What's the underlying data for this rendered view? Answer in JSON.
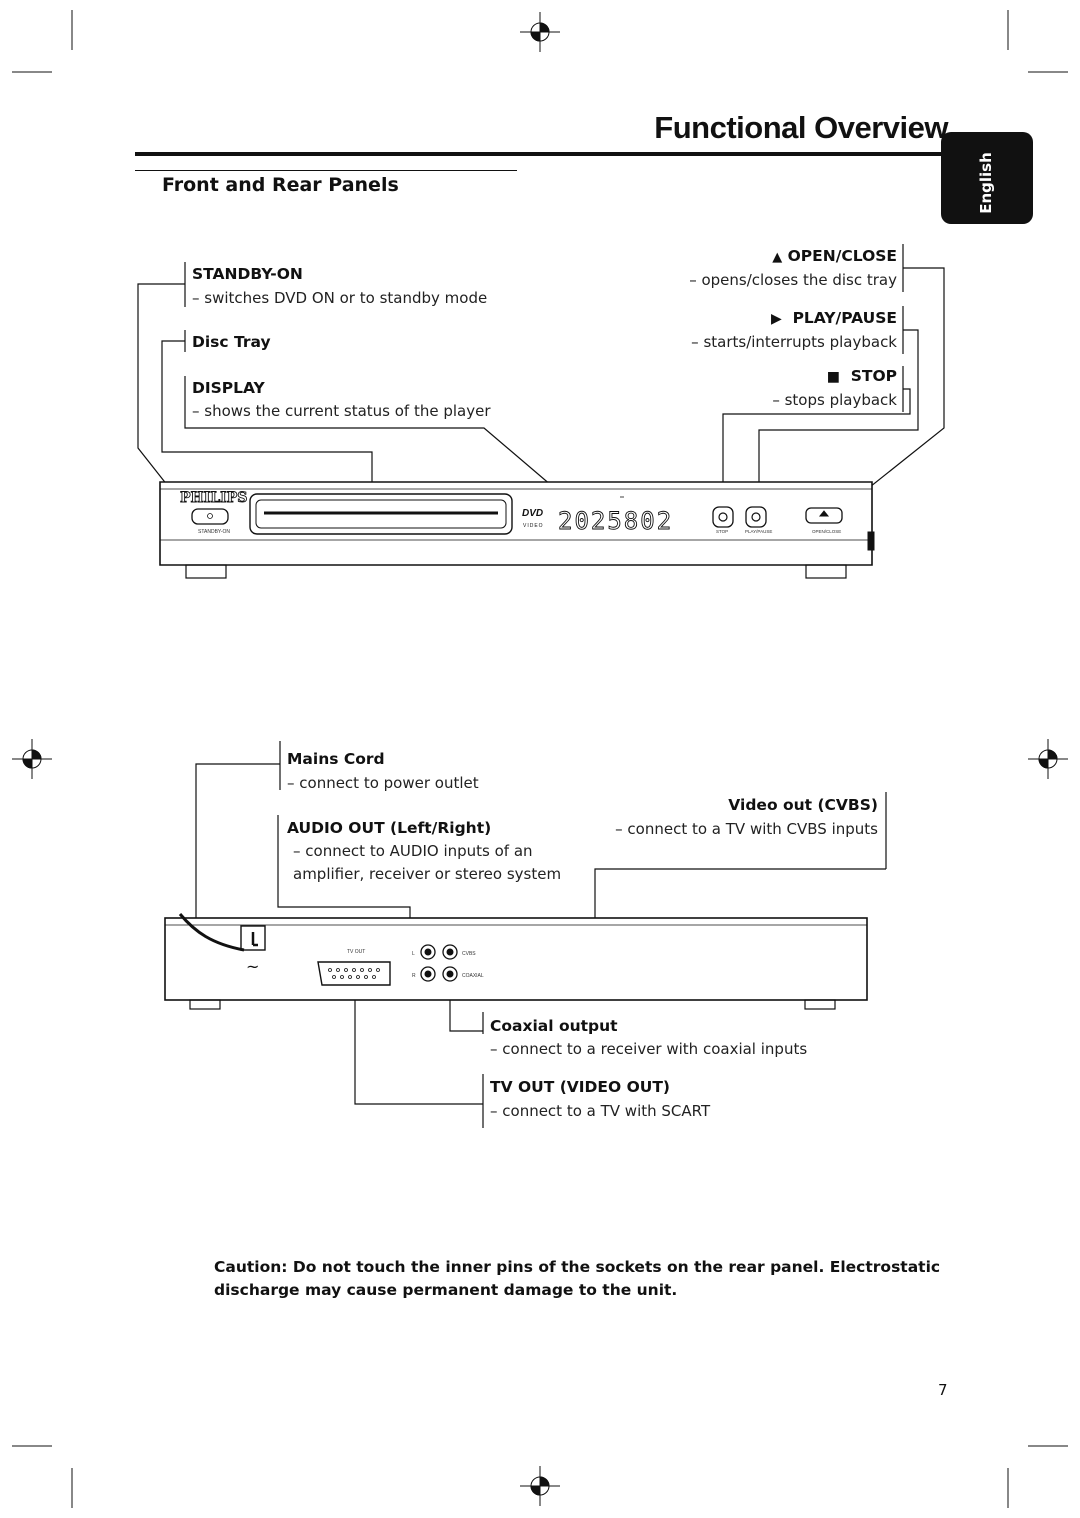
{
  "header": {
    "title": "Functional Overview",
    "section": "Front and Rear Panels",
    "language_tab": "English"
  },
  "front_panel": {
    "standby": {
      "label": "STANDBY-ON",
      "desc": "– switches DVD ON or to standby mode"
    },
    "disc_tray": {
      "label": "Disc Tray"
    },
    "display": {
      "label": "DISPLAY",
      "desc": "– shows the current status of the player"
    },
    "open_close": {
      "label": "OPEN/CLOSE",
      "desc": "– opens/closes the disc tray",
      "icon": "eject-icon"
    },
    "play_pause": {
      "label": "PLAY/PAUSE",
      "desc": "– starts/interrupts playback",
      "icon": "play-icon"
    },
    "stop": {
      "label": "STOP",
      "desc": "– stops playback",
      "icon": "stop-icon"
    },
    "device": {
      "brand": "PHILIPS",
      "display_text": "2025802",
      "dvd_logo": "DVD",
      "dvd_logo_sub": "VIDEO",
      "standby_button": "STANDBY-ON",
      "stop_button": "STOP",
      "play_button": "PLAY/PAUSE",
      "open_button": "OPEN/CLOSE"
    }
  },
  "rear_panel": {
    "mains": {
      "label": "Mains Cord",
      "desc": "– connect to power outlet"
    },
    "audio_out": {
      "label": "AUDIO OUT (Left/Right)",
      "desc1": "– connect to AUDIO inputs of an",
      "desc2": "amplifier, receiver or stereo system"
    },
    "video_out": {
      "label": "Video out (CVBS)",
      "desc": "– connect to a TV with CVBS inputs"
    },
    "coaxial": {
      "label": "Coaxial output",
      "desc": "– connect to a receiver with coaxial inputs"
    },
    "tv_out": {
      "label": "TV OUT (VIDEO OUT)",
      "desc": "– connect to a TV with SCART"
    },
    "device": {
      "tv_out_text": "TV OUT",
      "l_text": "L",
      "r_text": "R",
      "cvbs_text": "CVBS",
      "coaxial_text": "COAXIAL",
      "tilde": "~"
    }
  },
  "caution": "Caution: Do not touch the inner pins of the sockets on the rear panel. Electrostatic discharge may cause permanent damage to the unit.",
  "page_number": "7"
}
